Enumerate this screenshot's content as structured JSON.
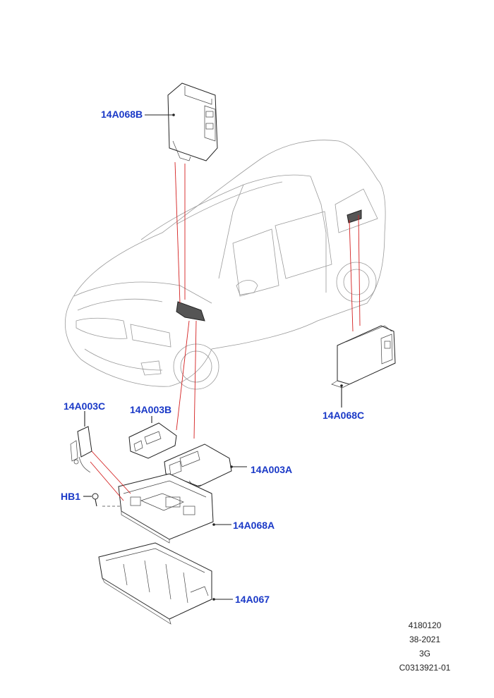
{
  "callouts": {
    "m14A068B": "14A068B",
    "m14A068C": "14A068C",
    "m14A003C": "14A003C",
    "m14A003B": "14A003B",
    "m14A003A": "14A003A",
    "mHB1": "HB1",
    "m14A068A": "14A068A",
    "m14A067": "14A067"
  },
  "reference": {
    "line1": "4180120",
    "line2": "38-2021",
    "line3": "3G",
    "line4": "C0313921-01"
  },
  "colors": {
    "callout": "#1a39c7",
    "leader": "#d42020",
    "outline": "#222222"
  }
}
